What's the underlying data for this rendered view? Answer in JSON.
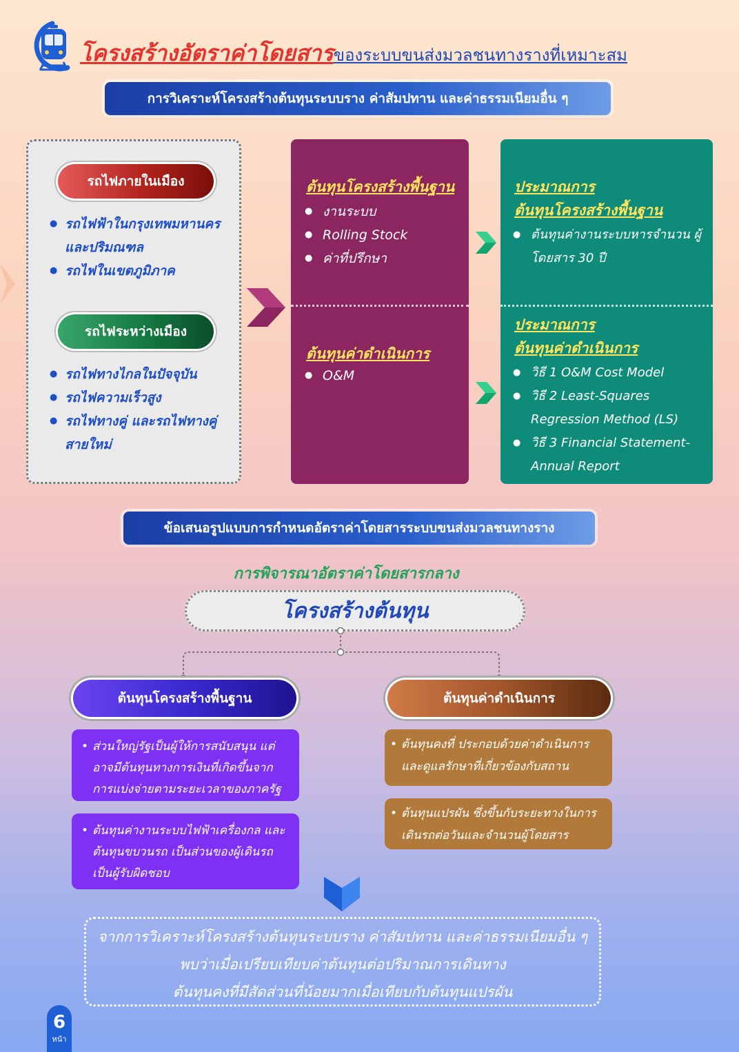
{
  "header": {
    "title_main": "โครงสร้างอัตราค่าโดยสาร",
    "title_sub": "ของระบบขนส่งมวลชนทางรางที่เหมาะสม",
    "logo_icon": "train-icon"
  },
  "banner1": "การวิเคราะห์โครงสร้างต้นทุนระบบราง ค่าสัมปทาน และค่าธรรมเนียมอื่น ๆ",
  "left_panel": {
    "urban_label": "รถไฟภายในเมือง",
    "urban_items": [
      "รถไฟฟ้าในกรุงเทพมหานคร และปริมณฑล",
      "รถไฟในเขตภูมิภาค"
    ],
    "intercity_label": "รถไฟระหว่างเมือง",
    "intercity_items": [
      "รถไฟทางไกลในปัจจุบัน",
      "รถไฟความเร็วสูง",
      "รถไฟทางคู่ และรถไฟทางคู่ สายใหม่"
    ]
  },
  "mid_panel": {
    "infra_heading": "ต้นทุนโครงสร้างพื้นฐาน",
    "infra_items": [
      "งานระบบ",
      "Rolling Stock",
      "ค่าที่ปรึกษา"
    ],
    "ops_heading": "ต้นทุนค่าดำเนินการ",
    "ops_items": [
      "O&M"
    ]
  },
  "right_panel": {
    "infra_heading_1": "ประมาณการ",
    "infra_heading_2": "ต้นทุนโครงสร้างพื้นฐาน",
    "infra_items": [
      "ต้นทุนค่างานระบบหารจำนวน ผู้โดยสาร 30 ปี"
    ],
    "ops_heading_1": "ประมาณการ",
    "ops_heading_2": "ต้นทุนค่าดำเนินการ",
    "ops_items": [
      "วิธี 1 O&M Cost Model",
      "วิธี 2 Least-Squares Regression Method (LS)",
      "วิธี 3 Financial Statement- Annual Report"
    ]
  },
  "banner2": "ข้อเสนอรูปแบบการกำหนดอัตราค่าโดยสารระบบขนส่งมวลชนทางราง",
  "central_fare_title": "การพิจารณาอัตราค่าโดยสารกลาง",
  "cost_structure": "โครงสร้างต้นทุน",
  "infra_pill": "ต้นทุนโครงสร้างพื้นฐาน",
  "ops_pill": "ต้นทุนค่าดำเนินการ",
  "infra_notes": [
    "ส่วนใหญ่รัฐเป็นผู้ให้การสนับสนุน แต่อาจมีต้นทุนทางการเงินที่เกิดขึ้นจาก การแบ่งจ่ายตามระยะเวลาของภาครัฐ",
    "ต้นทุนค่างานระบบไฟฟ้าเครื่องกล และ ต้นทุนขบวนรถ เป็นส่วนของผู้เดินรถ เป็นผู้รับผิดชอบ"
  ],
  "ops_notes": [
    "ต้นทุนคงที่ ประกอบด้วยค่าดำเนินการ และดูแลรักษาที่เกี่ยวข้องกับสถาน",
    "ต้นทุนแปรผัน ซึ่งขึ้นกับระยะทางในการ เดินรถต่อวันและจำนวนผู้โดยสาร"
  ],
  "conclusion": [
    "จากการวิเคราะห์โครงสร้างต้นทุนระบบราง ค่าสัมปทาน และค่าธรรมเนียมอื่น ๆ",
    "พบว่าเมื่อเปรียบเทียบค่าต้นทุนต่อปริมาณการเดินทาง",
    "ต้นทุนคงที่มีสัดส่วนที่น้อยมากเมื่อเทียบกับต้นทุนแปรผัน"
  ],
  "page": {
    "number": "6",
    "label": "หน้า"
  },
  "colors": {
    "purple_panel": "#8b2660",
    "teal_panel": "#0e8c79",
    "accent_red": "#e6322c",
    "accent_blue": "#1f48b8"
  }
}
